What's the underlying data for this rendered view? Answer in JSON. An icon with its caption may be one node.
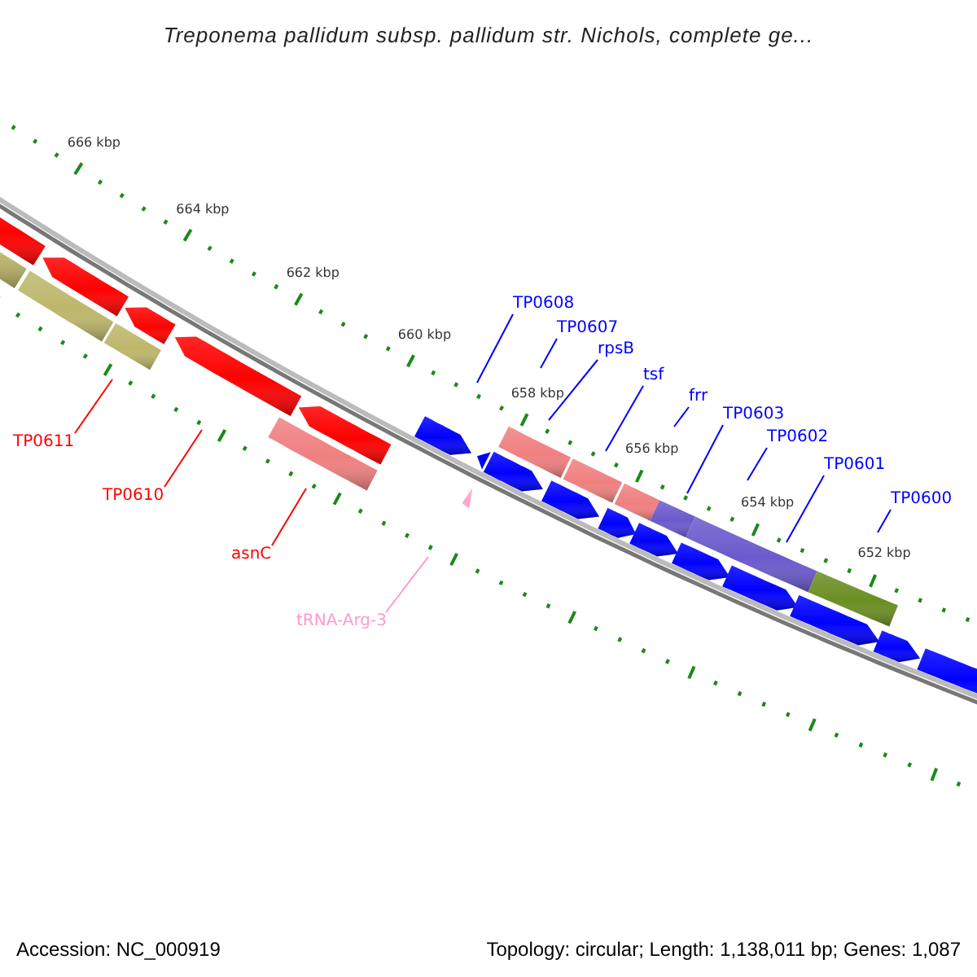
{
  "diagram": {
    "title": "Treponema pallidum subsp. pallidum str. Nichols, complete ge...",
    "nodes": [
      {
        "text": [
          "TP0608"
        ]
      },
      {
        "text": [
          "TP0607"
        ]
      },
      {
        "text": [
          "rpsB"
        ]
      },
      {
        "text": [
          "tsf"
        ]
      },
      {
        "text": [
          "frr"
        ]
      },
      {
        "text": [
          "TP0603"
        ]
      },
      {
        "text": [
          "TP0602"
        ]
      },
      {
        "text": [
          "TP0611"
        ]
      },
      {
        "text": [
          "TP0601"
        ]
      },
      {
        "text": [
          "TP0610"
        ]
      },
      {
        "text": [
          "TP0600"
        ]
      },
      {
        "text": [
          "asnC"
        ]
      },
      {
        "text": [
          "tRNA-Arg-3"
        ]
      }
    ],
    "edges": [
      {
        "from": 0,
        "to": null,
        "arrow": "none"
      },
      {
        "from": 1,
        "to": null,
        "arrow": "none"
      },
      {
        "from": 2,
        "to": null,
        "arrow": "none"
      },
      {
        "from": 3,
        "to": null,
        "arrow": "none"
      },
      {
        "from": 4,
        "to": null,
        "arrow": "none"
      },
      {
        "from": 5,
        "to": null,
        "arrow": "none"
      },
      {
        "from": 6,
        "to": null,
        "arrow": "none"
      },
      {
        "from": 7,
        "to": null,
        "arrow": "none",
        "color": "#ff0000"
      },
      {
        "from": 8,
        "to": null,
        "arrow": "none"
      },
      {
        "from": 9,
        "to": null,
        "arrow": "none",
        "color": "#ff0000"
      },
      {
        "from": 10,
        "to": null,
        "arrow": "none"
      },
      {
        "from": 11,
        "to": null,
        "arrow": "none",
        "color": "#ff0000"
      },
      {
        "from": 12,
        "to": null,
        "arrow": "none",
        "color": "#ff99cc"
      }
    ],
    "labels": [
      "666 kbp",
      "664 kbp",
      "662 kbp",
      "660 kbp",
      "658 kbp",
      "656 kbp",
      "654 kbp",
      "652 kbp",
      "Accession: NC_000919",
      "Topology: circular; Length: 1,138,011 bp; Genes: 1,087"
    ]
  }
}
